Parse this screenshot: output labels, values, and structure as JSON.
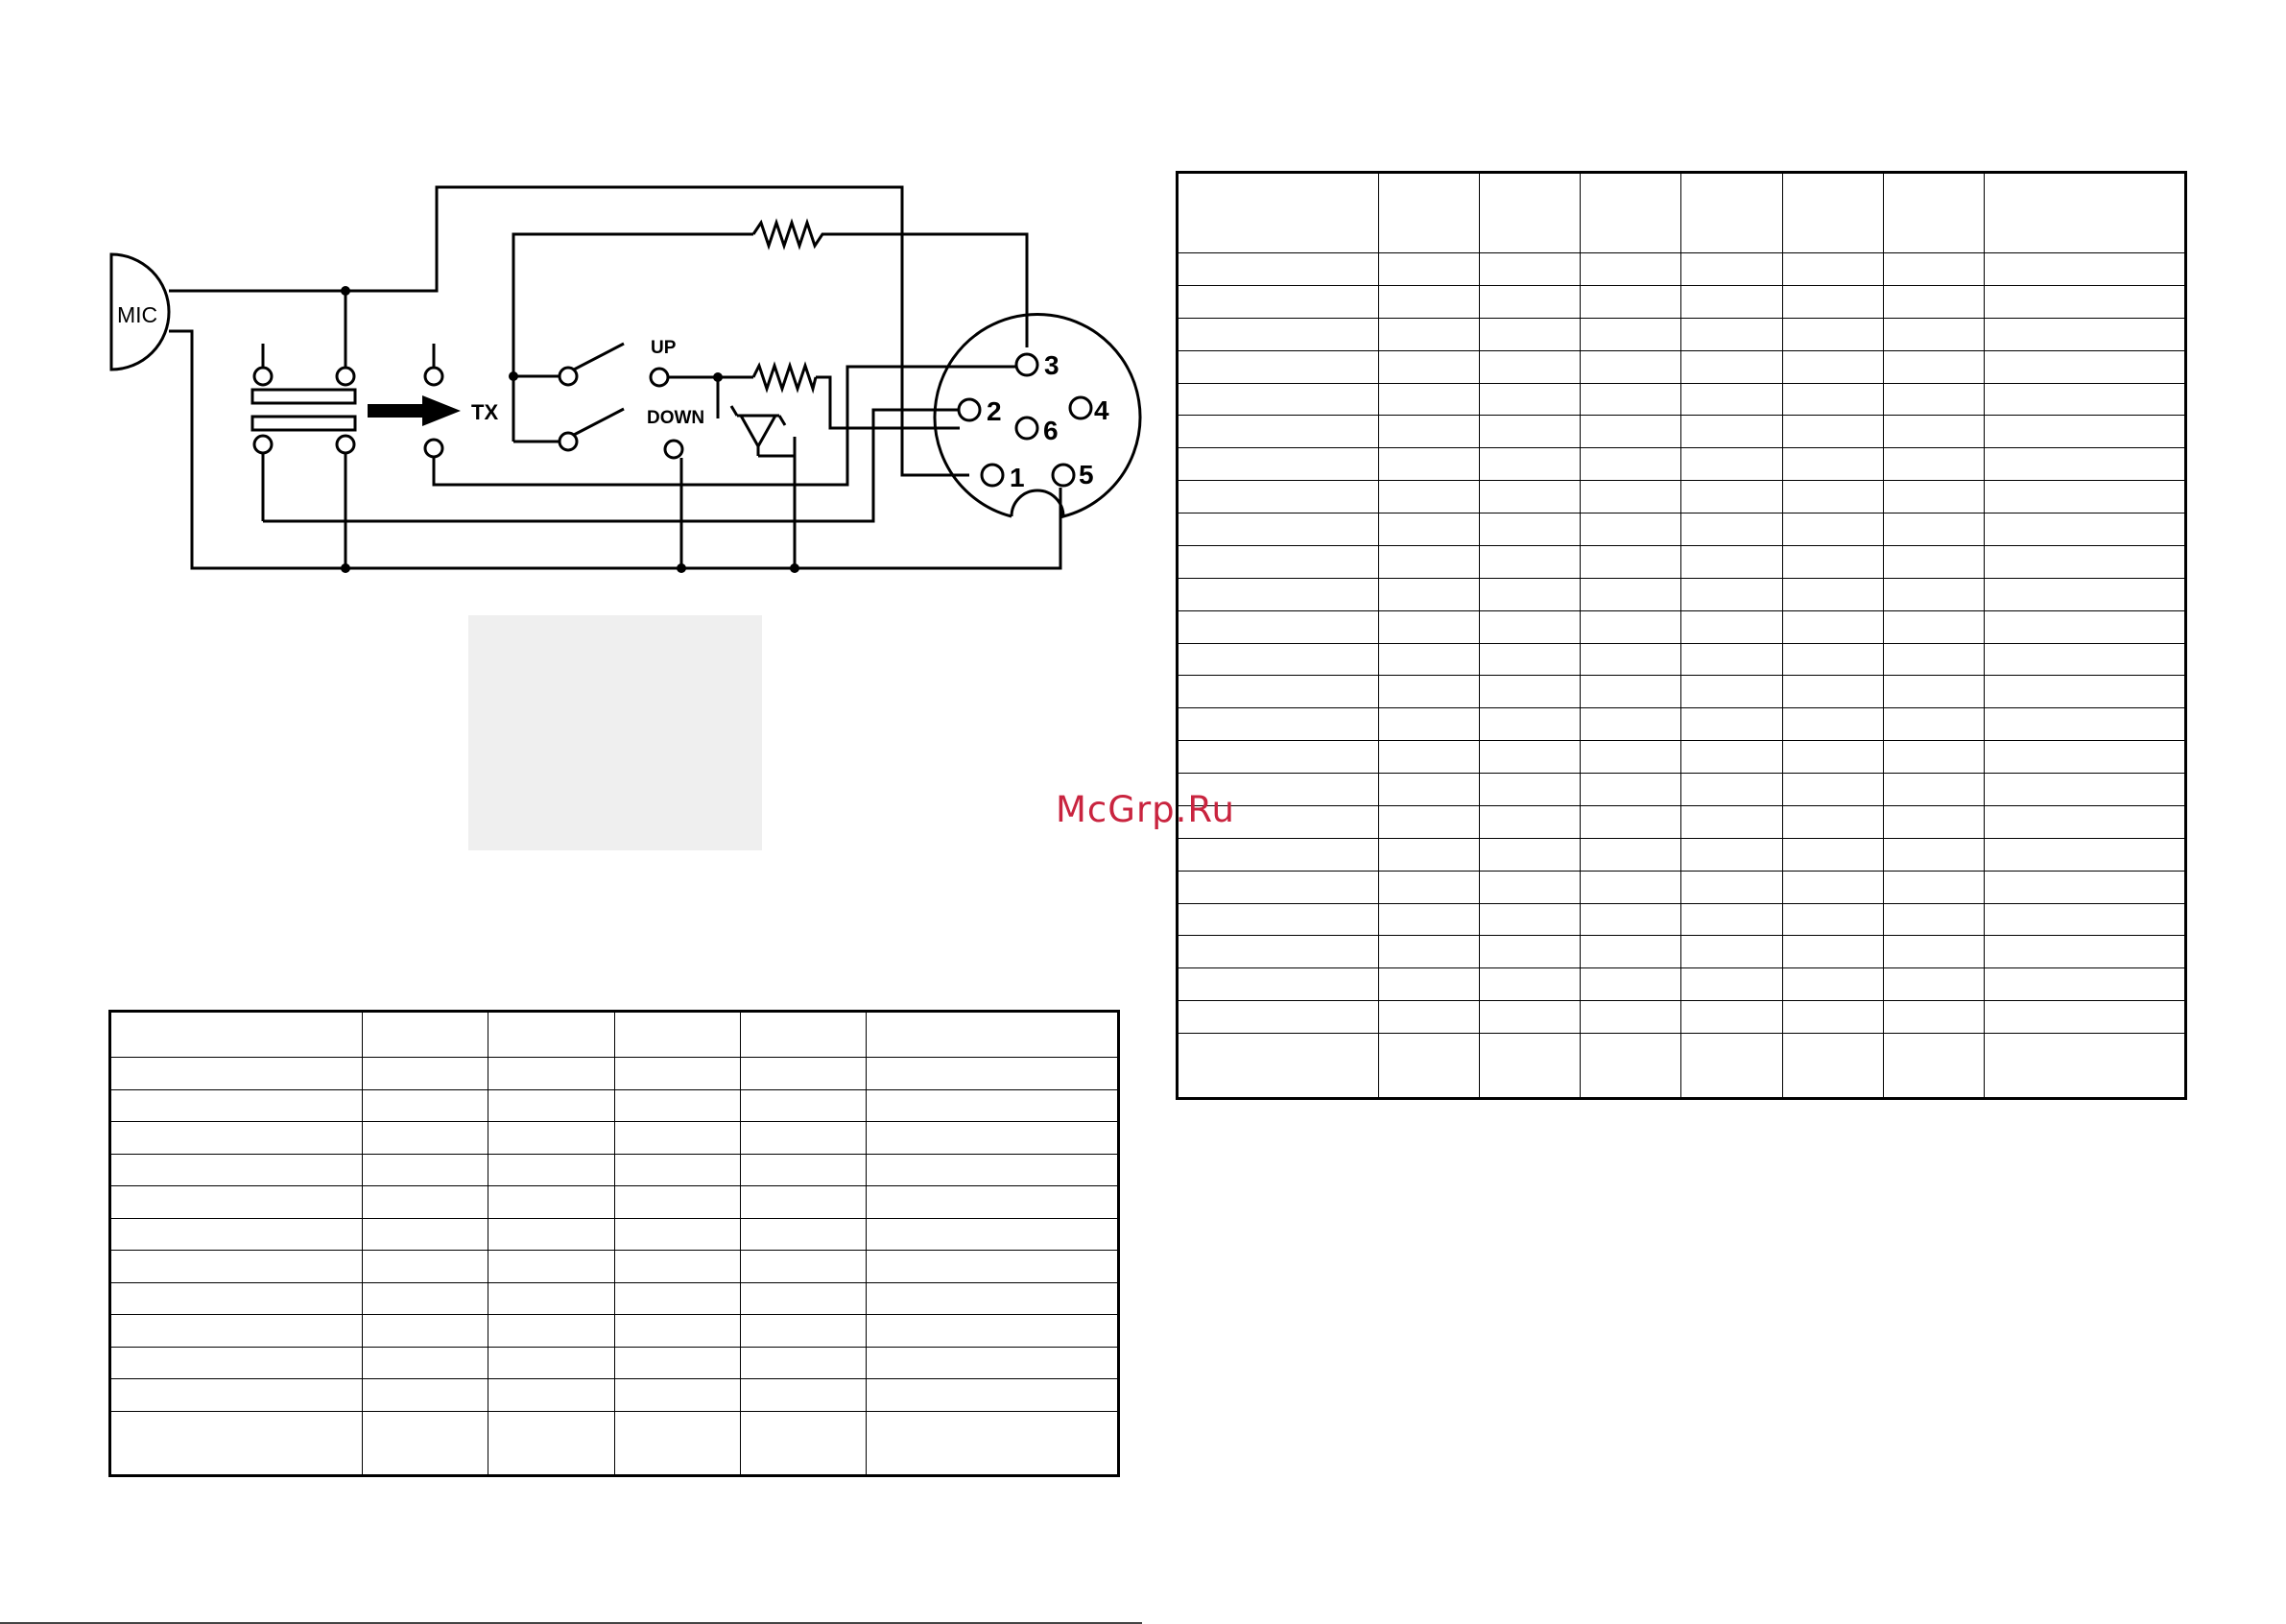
{
  "schematic": {
    "mic_label": "MIC",
    "tx_label": "TX",
    "up_label": "UP",
    "down_label": "DOWN",
    "pins": {
      "p1": "1",
      "p2": "2",
      "p3": "3",
      "p4": "4",
      "p5": "5",
      "p6": "6"
    }
  },
  "tables": {
    "left": {
      "columns": 6,
      "rows": 13
    },
    "right": {
      "columns": 8,
      "rows": 26
    }
  },
  "watermark": "McGrp.Ru",
  "colors": {
    "line": "#000000",
    "watermark": "#c9243f",
    "gray_box": "#efefef"
  }
}
